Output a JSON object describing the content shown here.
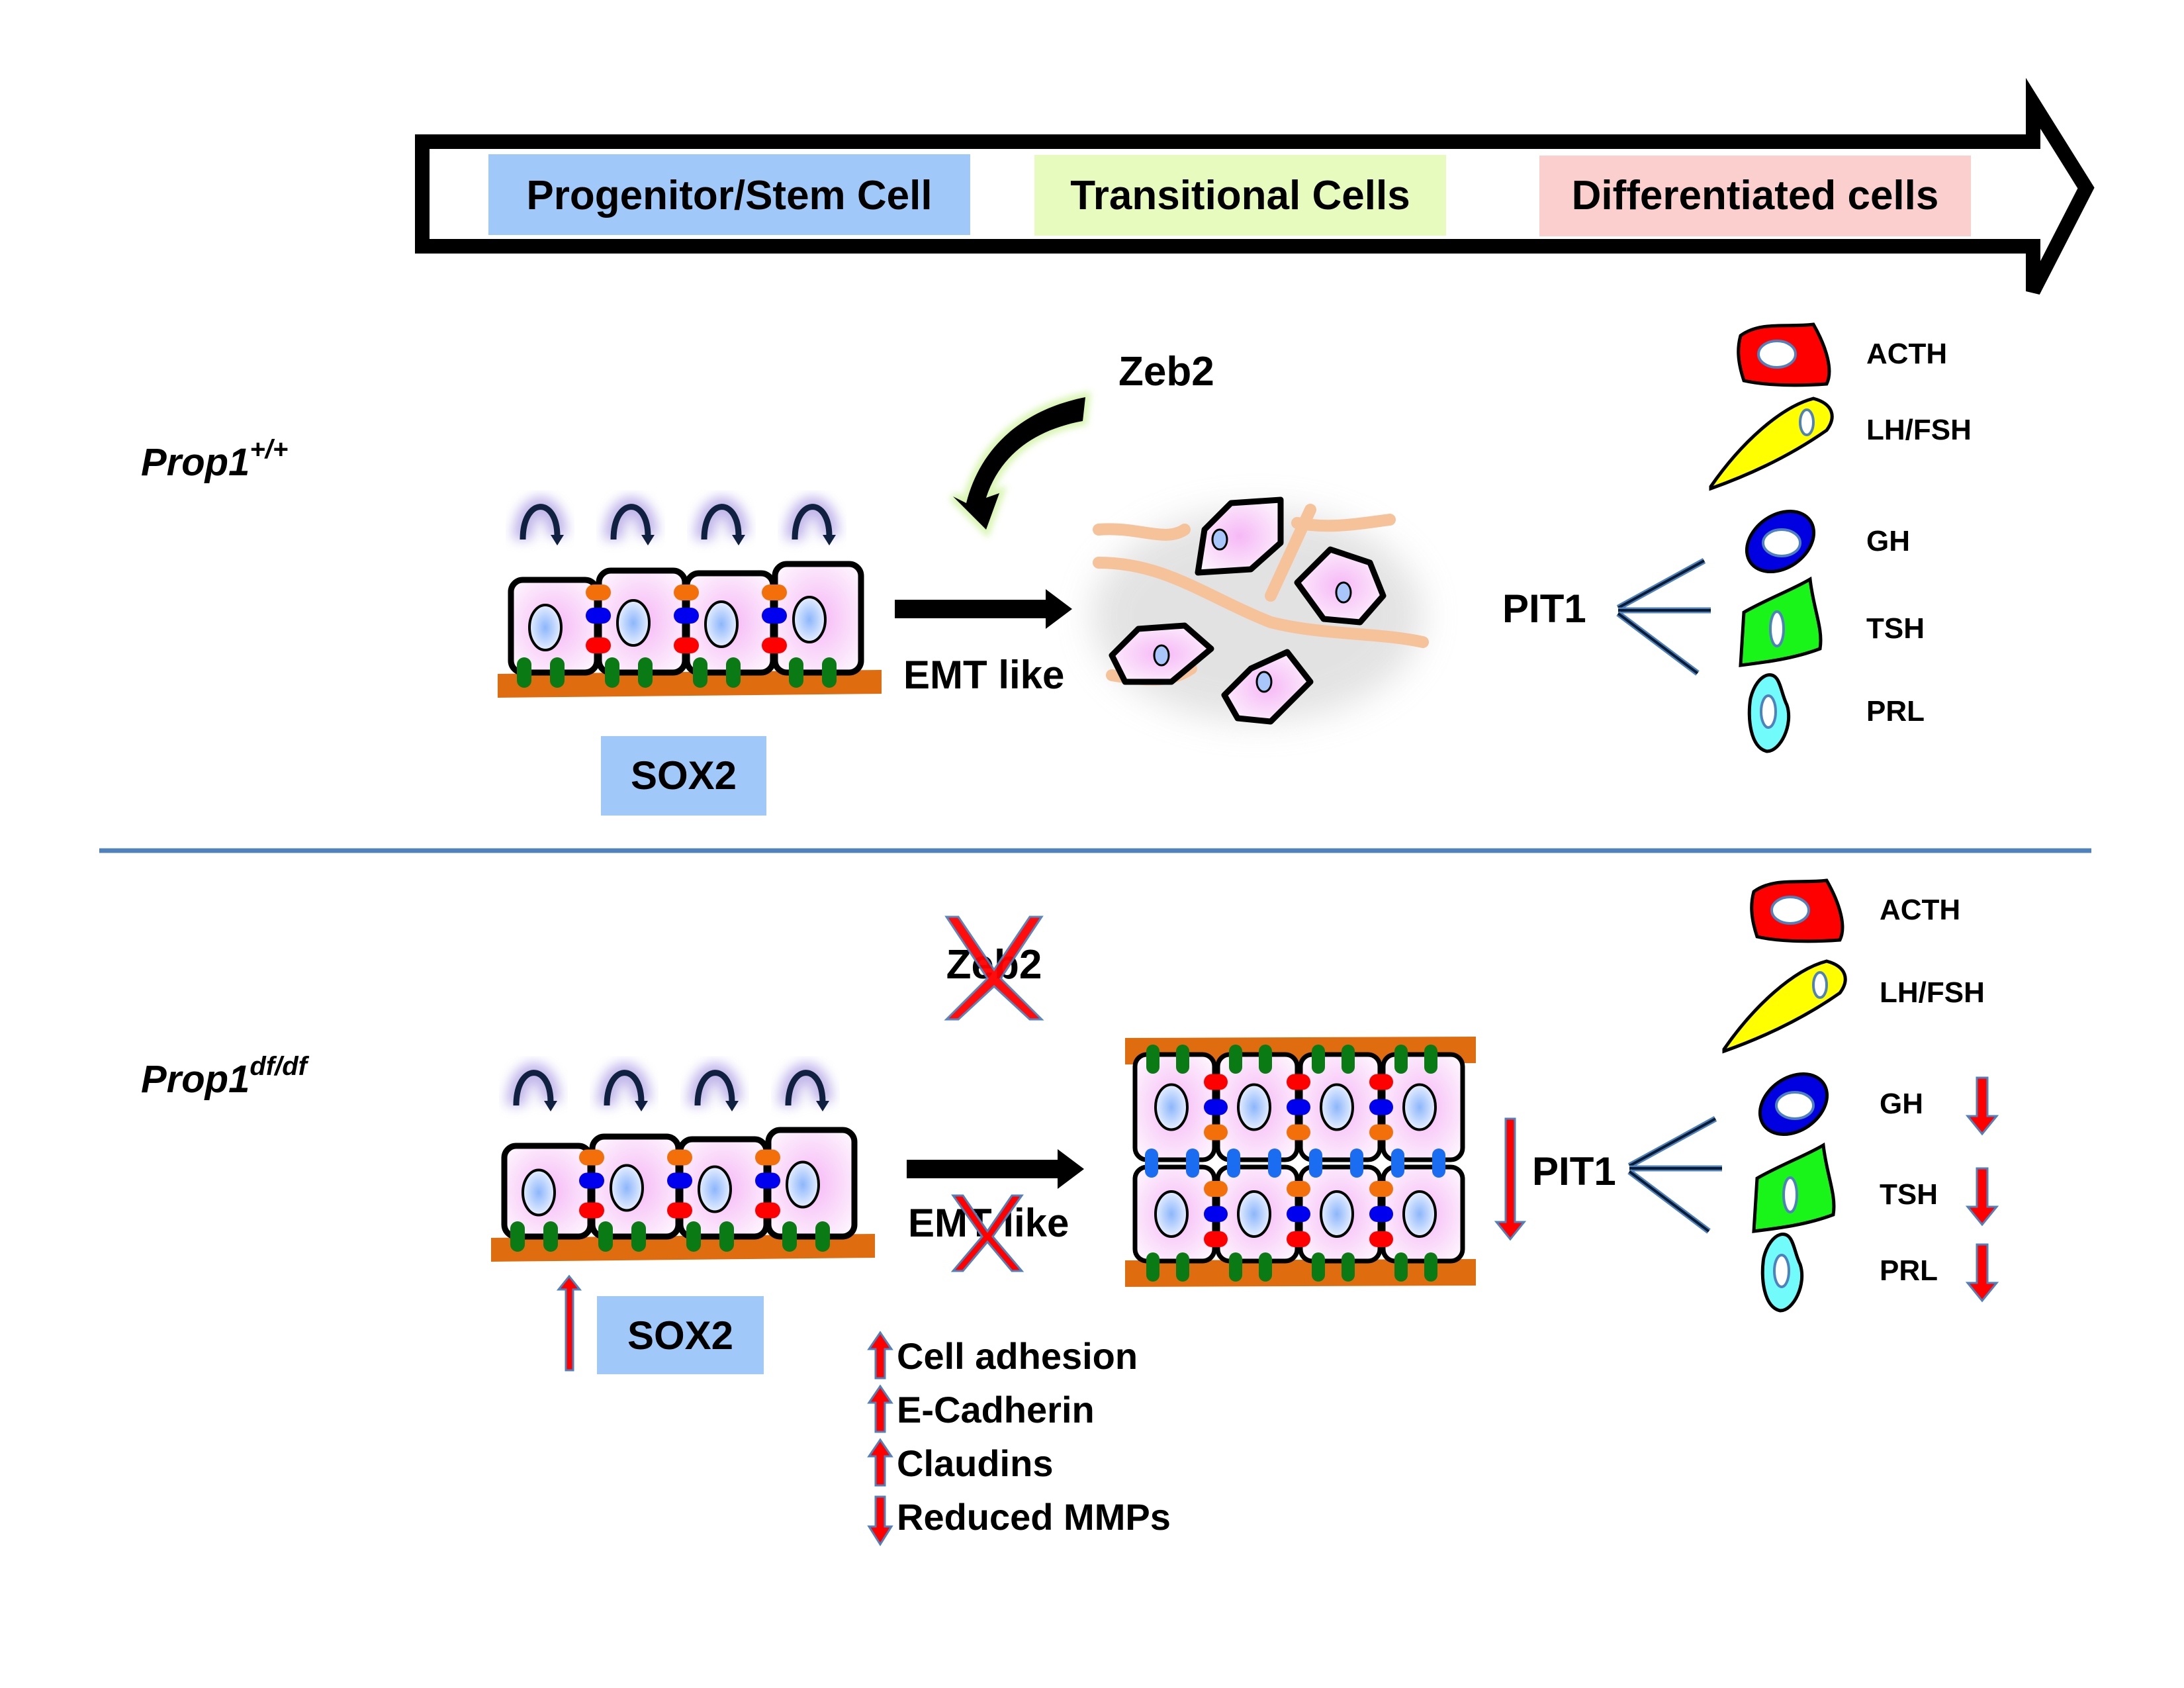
{
  "timeline": {
    "stages": [
      {
        "label": "Progenitor/Stem Cell",
        "color": "#a0c8f8"
      },
      {
        "label": "Transitional Cells",
        "color": "#e6fbbd"
      },
      {
        "label": "Differentiated cells",
        "color": "#fccfcf"
      }
    ]
  },
  "colors": {
    "divider": "#4f81bd",
    "cell_fill": "#f6d6f6",
    "nucleus_fill": "#b9d3fb",
    "basement_membrane": "#e06c10",
    "integrin": "#0a7a14",
    "junction_orange": "#f36f0a",
    "junction_blue": "#0000ee",
    "junction_red": "#ff0000",
    "claudin": "#1a6df0",
    "ecm_fiber": "#f6c29a",
    "up_down_arrow": "#ff0000",
    "arrow_outline": "#4f81bd",
    "acth": "#ff0000",
    "lh_fsh": "#ffff00",
    "gh": "#0000e0",
    "tsh": "#19f519",
    "prl": "#72fbfb"
  },
  "wildtype": {
    "genotype_base": "Prop1",
    "genotype_sup": "+/+",
    "stem_marker": "SOX2",
    "regulator": "Zeb2",
    "transition_label": "EMT like",
    "pit1_label": "PIT1",
    "cell_types": [
      "ACTH",
      "LH/FSH",
      "GH",
      "TSH",
      "PRL"
    ]
  },
  "mutant": {
    "genotype_base": "Prop1",
    "genotype_sup": "df/df",
    "stem_marker": "SOX2",
    "stem_marker_change": "up",
    "regulator": "Zeb2",
    "regulator_status": "absent",
    "transition_label": "EMT like",
    "transition_status": "blocked",
    "pit1_label": "PIT1",
    "pit1_change": "down",
    "cell_types": [
      {
        "label": "ACTH",
        "change": null
      },
      {
        "label": "LH/FSH",
        "change": null
      },
      {
        "label": "GH",
        "change": "down"
      },
      {
        "label": "TSH",
        "change": "down"
      },
      {
        "label": "PRL",
        "change": "down"
      }
    ],
    "effects": [
      {
        "label": "Cell adhesion",
        "direction": "up"
      },
      {
        "label": "E-Cadherin",
        "direction": "up"
      },
      {
        "label": "Claudins",
        "direction": "up"
      },
      {
        "label": "Reduced MMPs",
        "direction": "down"
      }
    ]
  }
}
